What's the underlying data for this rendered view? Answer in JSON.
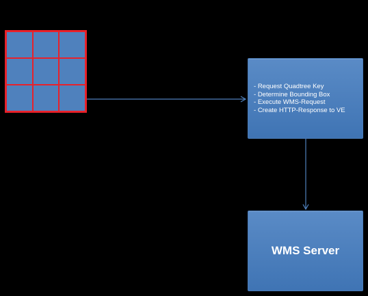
{
  "handler": {
    "steps": [
      "Request Quadtree Key",
      "Determine Bounding Box",
      "Execute WMS-Request",
      "Create HTTP-Response to VE"
    ]
  },
  "server": {
    "label": "WMS Server"
  },
  "colors": {
    "background": "#000000",
    "box_fill": "#4f81bd",
    "tile_border": "#e8212a",
    "connector": "#4f81bd",
    "text": "#ffffff"
  }
}
